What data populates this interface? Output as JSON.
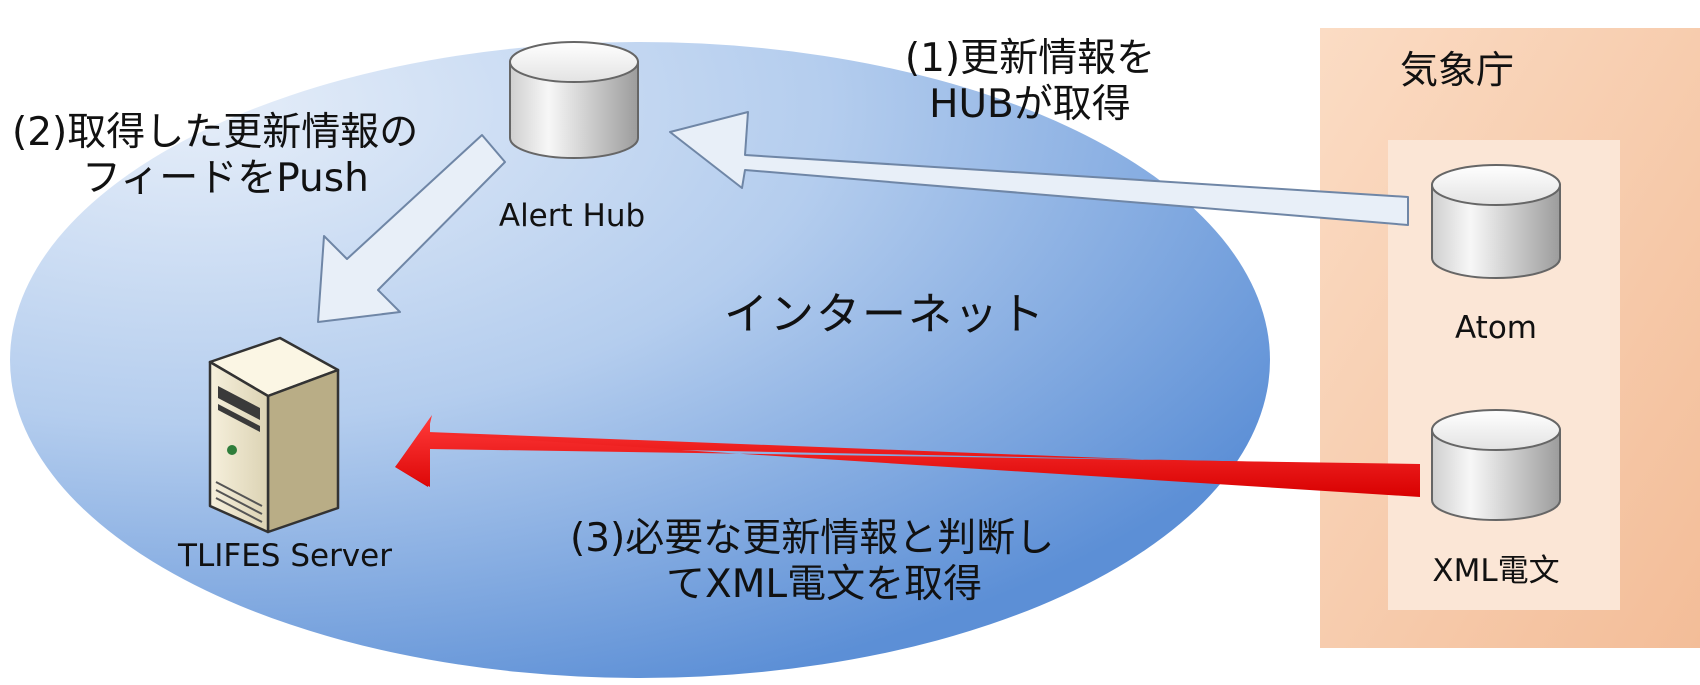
{
  "diagram": {
    "internet_label": "インターネット",
    "agency_label": "気象庁",
    "nodes": {
      "alert_hub": "Alert Hub",
      "server": "TLIFES Server",
      "atom": "Atom",
      "xml": "XML電文"
    },
    "steps": {
      "step1": [
        "(1)更新情報を",
        "HUBが取得"
      ],
      "step2": [
        "(2)取得した更新情報の",
        "フィードをPush"
      ],
      "step3": [
        "(3)必要な更新情報と判断し",
        "てXML電文を取得"
      ]
    },
    "colors": {
      "internet_light": "#e3ecf8",
      "internet_dark": "#5b8fd6",
      "agency_panel": "#f6c9a8",
      "agency_inner": "#fbe4d3",
      "light_arrow": "#e6eef8",
      "red_arrow": "#ee0000"
    }
  }
}
